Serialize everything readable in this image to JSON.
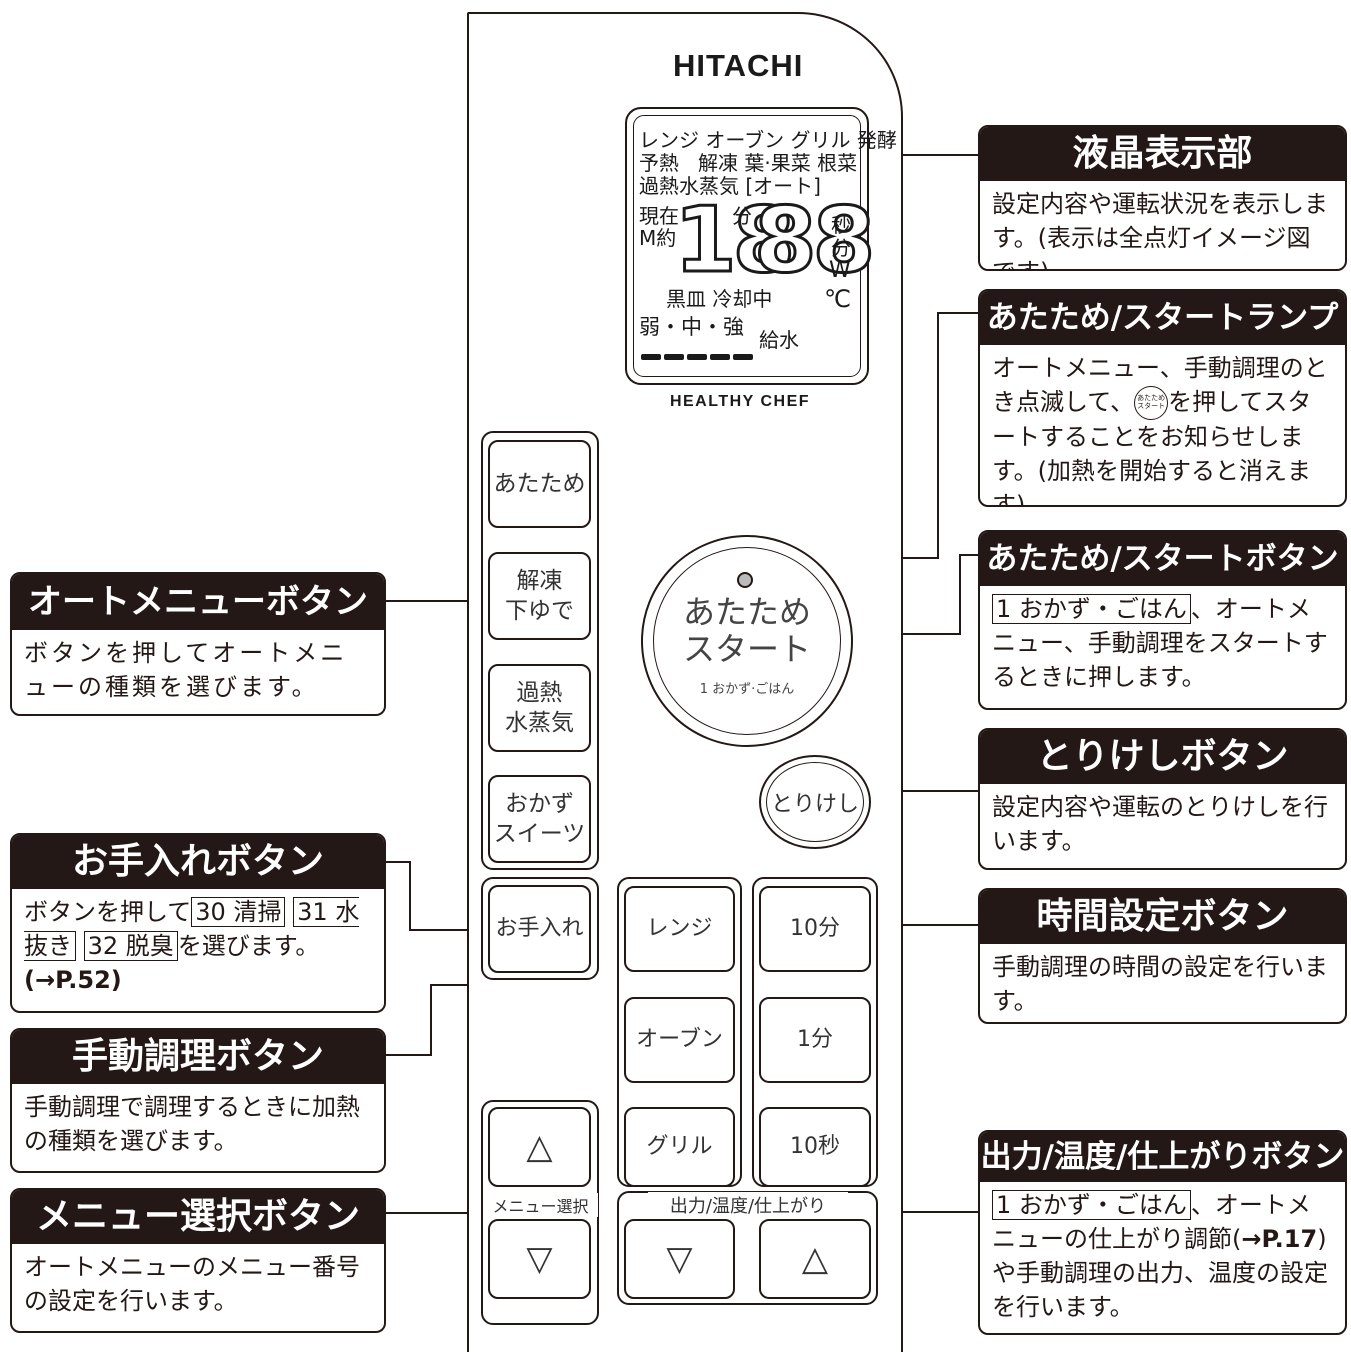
{
  "panel": {
    "brand": "HITACHI",
    "model": "HEALTHY CHEF",
    "lcd": {
      "row1": "レンジ オーブン グリル 発酵",
      "row2_left": "予熱",
      "row2_right": "解凍 葉·果菜 根菜",
      "row3": "過熱水蒸気 [オート]",
      "genzai": "現在",
      "m_yaku": "M約",
      "digits_left": "18",
      "fun_small": "分",
      "digits_right": "88",
      "byo": "秒",
      "fun": "分",
      "w": "W",
      "celsius": "℃",
      "status": "黒皿 冷却中",
      "power_levels": "弱・中・強",
      "water": "給水"
    },
    "auto_menu_buttons": [
      "あたため",
      "解凍\n下ゆで",
      "過熱\n水蒸気",
      "おかず\nスイーツ"
    ],
    "care_button": "お手入れ",
    "start_button": {
      "label": "あたため\nスタート",
      "sub": "1 おかず·ごはん"
    },
    "cancel_button": "とりけし",
    "manual_buttons": [
      "レンジ",
      "オーブン",
      "グリル"
    ],
    "time_buttons": [
      "10分",
      "1分",
      "10秒"
    ],
    "menu_select_up": "△",
    "menu_select_label": "メニュー選択",
    "menu_select_down": "▽",
    "output_label": "出力/温度/仕上がり",
    "output_down": "▽",
    "output_up": "△"
  },
  "callouts": {
    "lcd": {
      "title": "液晶表示部",
      "body": "設定内容や運転状況を表示します。(表示は全点灯イメージ図です)"
    },
    "start_lamp": {
      "title": "あたため/スタートランプ",
      "body_1": "オートメニュー、手動調理のとき点滅して、",
      "icon_text": "あたため スタート",
      "body_2": "を押してスタートすることをお知らせします。(加熱を開始すると消えます)"
    },
    "start_button": {
      "title": "あたため/スタートボタン",
      "boxed": "1 おかず・ごはん",
      "body": "、オートメニュー、手動調理をスタートするときに押します。"
    },
    "cancel": {
      "title": "とりけしボタン",
      "body": "設定内容や運転のとりけしを行います。"
    },
    "time": {
      "title": "時間設定ボタン",
      "body": "手動調理の時間の設定を行います。"
    },
    "output": {
      "title": "出力/温度/仕上がりボタン",
      "boxed": "1 おかず・ごはん",
      "body_1": "、オートメニューの仕上がり調節(",
      "ref": "→P.17",
      "body_2": ")や手動調理の出力、温度の設定を行います。"
    },
    "auto_menu": {
      "title": "オートメニューボタン",
      "body": "ボタンを押してオートメニューの種類を選びます。"
    },
    "care": {
      "title": "お手入れボタン",
      "body_1": "ボタンを押して",
      "box_1": "30 清掃",
      "box_2": "31 水抜き",
      "box_3": "32 脱臭",
      "body_2": "を選びます。",
      "ref": "(→P.52)"
    },
    "manual": {
      "title": "手動調理ボタン",
      "body": "手動調理で調理するときに加熱の種類を選びます。"
    },
    "menu_select": {
      "title": "メニュー選択ボタン",
      "body": "オートメニューのメニュー番号の設定を行います。"
    }
  }
}
